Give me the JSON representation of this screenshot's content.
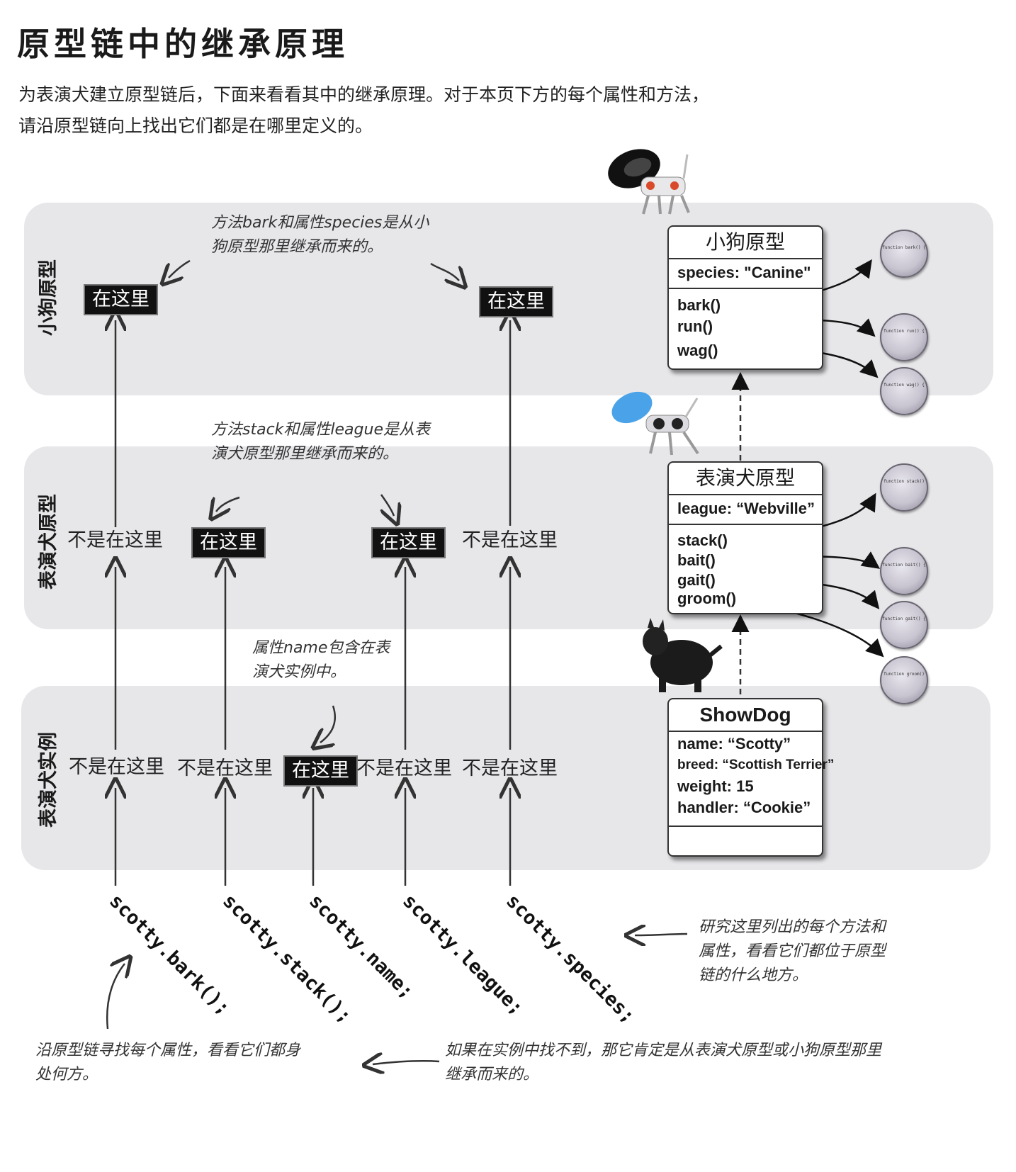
{
  "title": "原型链中的继承原理",
  "intro": [
    "为表演犬建立原型链后，下面来看看其中的继承原理。对于本页下方的每个属性和方法，",
    "请沿原型链向上找出它们都是在哪里定义的。"
  ],
  "bands": {
    "dog_prototype": "小狗原型",
    "showdog_prototype": "表演犬原型",
    "showdog_instance": "表演犬实例"
  },
  "here_label": "在这里",
  "not_here_label": "不是在这里",
  "notes": {
    "dog_proto_note": "方法bark和属性species是从小\n狗原型那里继承而来的。",
    "showdog_proto_note": "方法stack和属性league是从表\n演犬原型那里继承而来的。",
    "instance_note": "属性name包含在表\n演犬实例中。",
    "study_note": "研究这里列出的每个方法和\n属性，看看它们都位于原型\n链的什么地方。",
    "follow_note": "沿原型链寻找每个属性，看看它们都身\n处何方。",
    "inherit_note": "如果在实例中找不到，那它肯定是从表演犬原型或小狗原型那里\n继承而来的。"
  },
  "dog_box": {
    "title": "小狗原型",
    "props": [
      "species: \"Canine\""
    ],
    "methods": [
      "bark()",
      "run()",
      "wag()"
    ]
  },
  "showdog_box": {
    "title": "表演犬原型",
    "props": [
      "league: “Webville”"
    ],
    "methods": [
      "stack()",
      "bait()",
      "gait()",
      "groom()"
    ]
  },
  "instance_box": {
    "title": "ShowDog",
    "props": [
      "name: “Scotty”",
      "breed: “Scottish Terrier”",
      "weight: 15",
      "handler: “Cookie”"
    ]
  },
  "function_circles": [
    "function bark() {",
    "function run() {",
    "function wag() {",
    "function stack()",
    "function bait() {",
    "function gait() {",
    "function groom()"
  ],
  "code_calls": [
    "scotty.bark();",
    "scotty.stack();",
    "scotty.name;",
    "scotty.league;",
    "scotty.species;"
  ],
  "images": [
    "robot-dog-icon",
    "robot-dog-blue-icon",
    "scottish-terrier-photo"
  ]
}
